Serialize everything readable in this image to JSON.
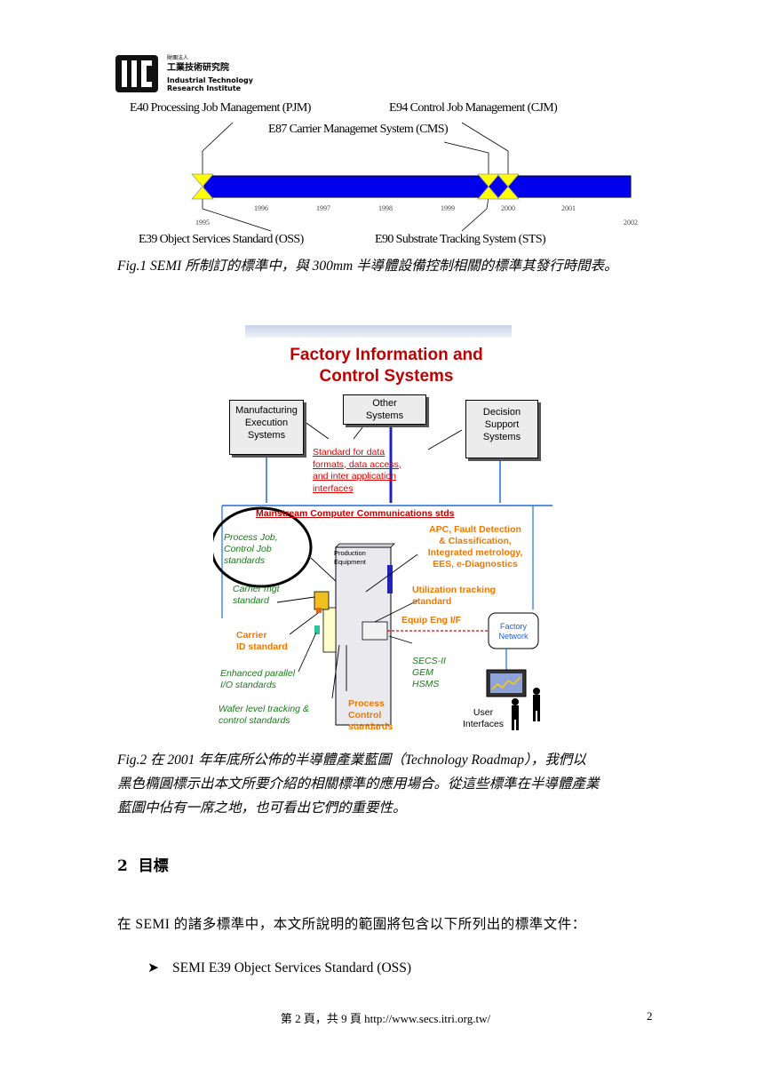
{
  "header": {
    "org_small": "財團法人",
    "org_cn": "工業技術研究院",
    "org_en_1": "Industrial Technology",
    "org_en_2": "Research Institute"
  },
  "timeline": {
    "label_pjm": "E40 Processing Job Management (PJM)",
    "label_cjm": "E94 Control Job Management (CJM)",
    "label_cms": "E87 Carrier Managemet System (CMS)",
    "label_oss": "E39 Object Services Standard (OSS)",
    "label_sts": "E90 Substrate Tracking System (STS)",
    "years_top": [
      "1996",
      "1997",
      "1998",
      "1999",
      "2000",
      "2001"
    ],
    "year_start": "1995",
    "year_end": "2002",
    "bar_color": "#0000ee",
    "marker_color": "#ffff00"
  },
  "fig1_caption": "Fig.1  SEMI 所制訂的標準中，與 300mm 半導體設備控制相關的標準其發行時間表。",
  "diagram": {
    "title_1": "Factory Information and",
    "title_2": "Control Systems",
    "box_mes_1": "Manufacturing",
    "box_mes_2": "Execution",
    "box_mes_3": "Systems",
    "box_other_1": "Other",
    "box_other_2": "Systems",
    "box_dss_1": "Decision",
    "box_dss_2": "Support",
    "box_dss_3": "Systems",
    "std_data_1": "Standard for data",
    "std_data_2": "formats, data access,",
    "std_data_3": "and inter application",
    "std_data_4": "interfaces",
    "mainstream": "Mainstream Computer Communications stds",
    "pj_1": "Process Job,",
    "pj_2": "Control Job",
    "pj_3": "standards",
    "equip_1": "Production",
    "equip_2": "Equipment",
    "apc_1": "APC, Fault Detection",
    "apc_2": "& Classification,",
    "apc_3": "Integrated metrology,",
    "apc_4": "EES, e-Diagnostics",
    "carrier_mgt_1": "Carrier mgt",
    "carrier_mgt_2": "standard",
    "util_1": "Utilization tracking",
    "util_2": "standard",
    "equip_eng": "Equip Eng I/F",
    "factory_net_1": "Factory",
    "factory_net_2": "Network",
    "carrier_id_1": "Carrier",
    "carrier_id_2": "ID standard",
    "secs_1": "SECS-II",
    "secs_2": "GEM",
    "secs_3": "HSMS",
    "par_io_1": "Enhanced parallel",
    "par_io_2": "I/O standards",
    "wafer_1": "Wafer level tracking &",
    "wafer_2": "control standards",
    "pcs_1": "Process",
    "pcs_2": "Control",
    "pcs_3": "standards",
    "user_1": "User",
    "user_2": "Interfaces"
  },
  "fig2_caption_1": "Fig.2  在 2001 年年底所公佈的半導體產業藍圖（Technology  Roadmap），我們以",
  "fig2_caption_2": "黑色橢圓標示出本文所要介紹的相關標準的應用場合。從這些標準在半導體產業",
  "fig2_caption_3": "藍圖中佔有一席之地，也可看出它們的重要性。",
  "section": {
    "number": "2",
    "title": "目標"
  },
  "body_text": "在 SEMI 的諸多標準中，本文所說明的範圍將包含以下所列出的標準文件：",
  "bullet_1": "SEMI E39 Object Services Standard (OSS)",
  "footer": {
    "page_text": "第 2 頁，共 9 頁 http://www.secs.itri.org.tw/",
    "page_number": "2"
  }
}
